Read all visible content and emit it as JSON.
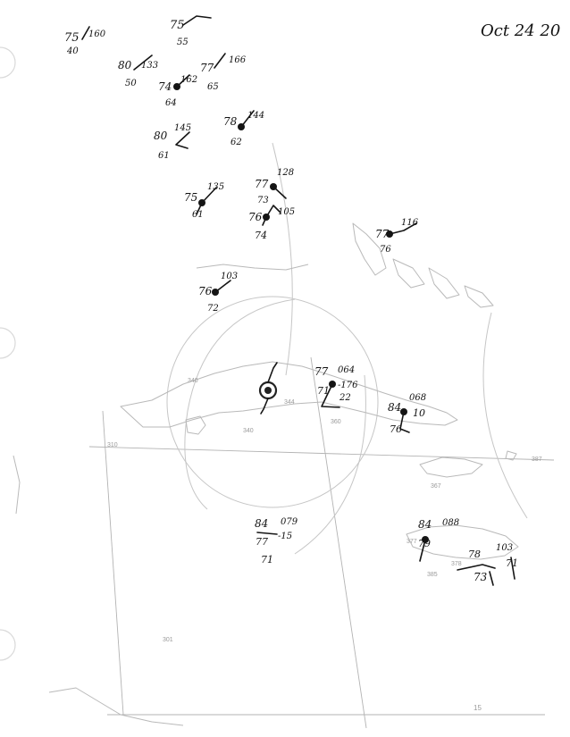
{
  "header": {
    "date_note": "Oct 24 20"
  },
  "colors": {
    "ink": "#151515",
    "base_map": "#b9b9b9",
    "paper": "#ffffff"
  },
  "station_reports": [
    {
      "temperature": "75",
      "pressure": "160",
      "dewpoint": "40"
    },
    {
      "temperature": "75",
      "dewpoint": "55"
    },
    {
      "temperature": "80",
      "pressure": "133",
      "dewpoint": "50"
    },
    {
      "temperature": "77",
      "pressure": "166",
      "dewpoint": "65"
    },
    {
      "temperature": "74",
      "pressure": "162",
      "dewpoint": "64"
    },
    {
      "temperature": "80",
      "pressure": "145",
      "dewpoint": "61"
    },
    {
      "temperature": "78",
      "pressure": "144",
      "dewpoint": "62"
    },
    {
      "temperature": "75",
      "pressure": "135",
      "dewpoint": "61"
    },
    {
      "temperature": "77",
      "pressure": "128",
      "dewpoint": "73"
    },
    {
      "temperature": "76",
      "pressure": "105",
      "dewpoint": "74"
    },
    {
      "temperature": "77",
      "pressure": "116",
      "dewpoint": "76"
    },
    {
      "temperature": "76",
      "pressure": "103",
      "dewpoint": "72"
    },
    {
      "temperature": "77",
      "pressure": "064",
      "dewpoint": "71",
      "tendency": "-176",
      "extra": "22"
    },
    {
      "temperature": "84",
      "pressure": "068",
      "dewpoint": "76",
      "tendency": "10"
    },
    {
      "temperature": "84",
      "pressure": "079",
      "dewpoint": "77",
      "tendency": "-15",
      "extra": "71"
    },
    {
      "temperature": "84",
      "pressure": "088",
      "dewpoint": "79",
      "extra": "78"
    },
    {
      "pressure": "103",
      "extra": "71"
    },
    {
      "temperature": "73"
    }
  ],
  "base_map_labels": [
    "310",
    "340",
    "344",
    "360",
    "377",
    "378",
    "385",
    "387",
    "340",
    "367",
    "301",
    "15"
  ]
}
